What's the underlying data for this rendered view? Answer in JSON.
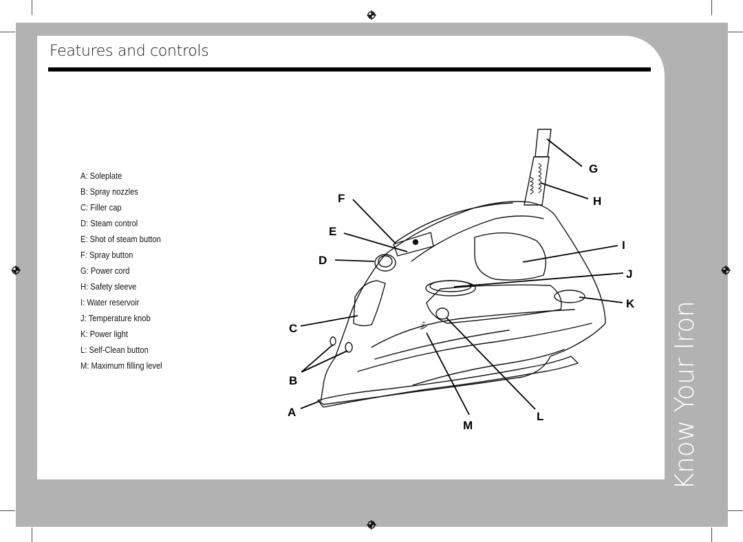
{
  "page": {
    "title": "Features and controls",
    "side_title": "Know Your Iron"
  },
  "legend": [
    "A: Soleplate",
    "B: Spray nozzles",
    "C: Filler cap",
    "D: Steam control",
    "E: Shot of steam button",
    "F: Spray button",
    "G: Power cord",
    "H: Safety sleeve",
    "I: Water reservoir",
    "J: Temperature knob",
    "K: Power light",
    "L: Self-Clean button",
    "M: Maximum filling level"
  ],
  "callouts": {
    "A": "A",
    "B": "B",
    "C": "C",
    "D": "D",
    "E": "E",
    "F": "F",
    "G": "G",
    "H": "H",
    "I": "I",
    "J": "J",
    "K": "K",
    "L": "L",
    "M": "M"
  },
  "iron_marking": "MAX",
  "colors": {
    "band": "#b2b2b2",
    "panel": "#ffffff",
    "ink": "#000000"
  }
}
